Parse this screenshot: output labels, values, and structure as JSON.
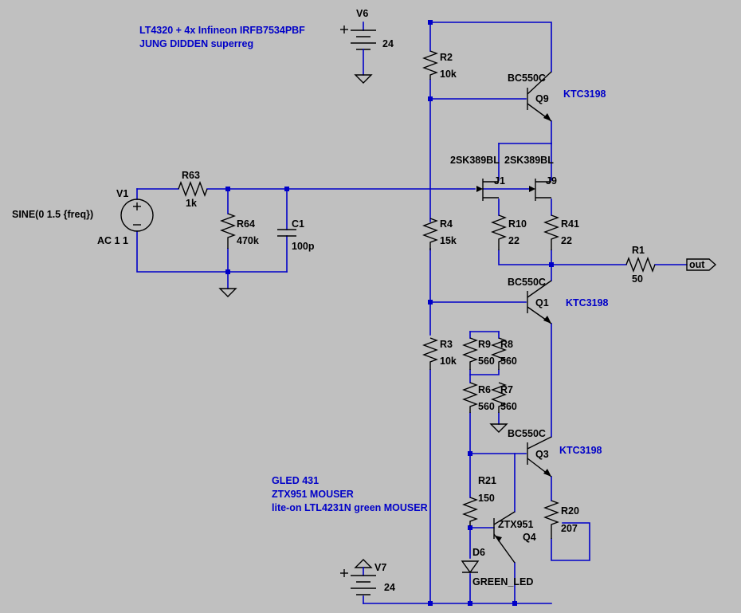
{
  "components": {
    "V6": {
      "ref": "V6",
      "value": "24"
    },
    "V7": {
      "ref": "V7",
      "value": "24"
    },
    "V1": {
      "ref": "V1",
      "source": "SINE(0 1.5 {freq})",
      "ac": "AC 1 1"
    },
    "R63": {
      "ref": "R63",
      "value": "1k"
    },
    "R64": {
      "ref": "R64",
      "value": "470k"
    },
    "C1": {
      "ref": "C1",
      "value": "100p"
    },
    "R2": {
      "ref": "R2",
      "value": "10k"
    },
    "R4": {
      "ref": "R4",
      "value": "15k"
    },
    "R3": {
      "ref": "R3",
      "value": "10k"
    },
    "R10": {
      "ref": "R10",
      "value": "22"
    },
    "R41": {
      "ref": "R41",
      "value": "22"
    },
    "R1": {
      "ref": "R1",
      "value": "50"
    },
    "R9": {
      "ref": "R9",
      "value": "560"
    },
    "R8": {
      "ref": "R8",
      "value": "560"
    },
    "R6": {
      "ref": "R6",
      "value": "560"
    },
    "R7": {
      "ref": "R7",
      "value": "560"
    },
    "R21": {
      "ref": "R21",
      "value": "150"
    },
    "R20": {
      "ref": "R20",
      "value": "207"
    },
    "Q9": {
      "ref": "Q9",
      "model": "BC550C",
      "alt": "KTC3198"
    },
    "Q1": {
      "ref": "Q1",
      "model": "BC550C",
      "alt": "KTC3198"
    },
    "Q3": {
      "ref": "Q3",
      "model": "BC550C",
      "alt": "KTC3198"
    },
    "Q4": {
      "ref": "Q4",
      "model": "ZTX951"
    },
    "J1": {
      "ref": "J1",
      "model": "2SK389BL"
    },
    "J9": {
      "ref": "J9",
      "model": "2SK389BL"
    },
    "D6": {
      "ref": "D6",
      "model": "GREEN_LED"
    }
  },
  "net_labels": {
    "out": "out"
  },
  "notes": {
    "top": [
      "LT4320 + 4x Infineon IRFB7534PBF",
      "JUNG DIDDEN superreg"
    ],
    "bottom": [
      "GLED 431",
      "ZTX951  MOUSER",
      "lite-on LTL4231N green MOUSER"
    ]
  },
  "colors": {
    "background": "#c0c0c0",
    "wire": "#0000c8",
    "symbol": "#000000",
    "annotation": "#0000c8"
  }
}
